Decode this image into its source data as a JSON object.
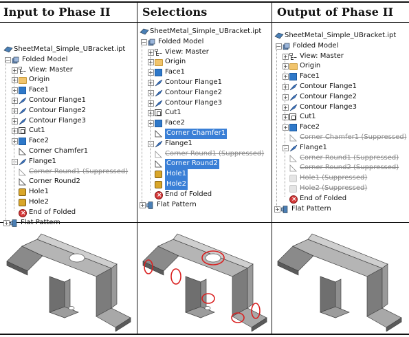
{
  "headers": {
    "col1": "Input to Phase II",
    "col2": "Selections",
    "col3": "Output of Phase II"
  },
  "panel1": {
    "items": [
      {
        "label": "SheetMetal_Simple_UBracket.ipt",
        "icon": "part-icon",
        "level": 0,
        "state": "normal"
      },
      {
        "label": "Folded Model",
        "icon": "folded-model-icon",
        "level": 1,
        "state": "normal"
      },
      {
        "label": "View: Master",
        "icon": "view-icon",
        "level": 2,
        "state": "normal"
      },
      {
        "label": "Origin",
        "icon": "folder-icon",
        "level": 2,
        "state": "normal"
      },
      {
        "label": "Face1",
        "icon": "face-icon",
        "level": 2,
        "state": "normal"
      },
      {
        "label": "Contour Flange1",
        "icon": "flange-icon",
        "level": 2,
        "state": "normal"
      },
      {
        "label": "Contour Flange2",
        "icon": "flange-icon",
        "level": 2,
        "state": "normal"
      },
      {
        "label": "Contour Flange3",
        "icon": "flange-icon",
        "level": 2,
        "state": "normal"
      },
      {
        "label": "Cut1",
        "icon": "cut-icon",
        "level": 2,
        "state": "normal"
      },
      {
        "label": "Face2",
        "icon": "face-icon",
        "level": 2,
        "state": "normal"
      },
      {
        "label": "Corner Chamfer1",
        "icon": "corner-icon",
        "level": 2,
        "state": "normal"
      },
      {
        "label": "Flange1",
        "icon": "flange-icon",
        "level": 2,
        "state": "normal"
      },
      {
        "label": "Corner Round1 (Suppressed)",
        "icon": "corner-icon",
        "level": 2,
        "state": "suppressed"
      },
      {
        "label": "Corner Round2",
        "icon": "corner-icon",
        "level": 2,
        "state": "normal"
      },
      {
        "label": "Hole1",
        "icon": "hole-icon",
        "level": 2,
        "state": "normal"
      },
      {
        "label": "Hole2",
        "icon": "hole-icon",
        "level": 2,
        "state": "normal"
      },
      {
        "label": "End of Folded",
        "icon": "end-icon",
        "level": 2,
        "state": "normal"
      },
      {
        "label": "Flat Pattern",
        "icon": "flat-pattern-icon",
        "level": 0,
        "state": "normal"
      }
    ]
  },
  "panel2": {
    "items": [
      {
        "label": "SheetMetal_Simple_UBracket.ipt",
        "icon": "part-icon",
        "level": 0,
        "state": "normal"
      },
      {
        "label": "Folded Model",
        "icon": "folded-model-icon",
        "level": 1,
        "state": "normal"
      },
      {
        "label": "View: Master",
        "icon": "view-icon",
        "level": 2,
        "state": "normal"
      },
      {
        "label": "Origin",
        "icon": "folder-icon",
        "level": 2,
        "state": "normal"
      },
      {
        "label": "Face1",
        "icon": "face-icon",
        "level": 2,
        "state": "normal"
      },
      {
        "label": "Contour Flange1",
        "icon": "flange-icon",
        "level": 2,
        "state": "normal"
      },
      {
        "label": "Contour Flange2",
        "icon": "flange-icon",
        "level": 2,
        "state": "normal"
      },
      {
        "label": "Contour Flange3",
        "icon": "flange-icon",
        "level": 2,
        "state": "normal"
      },
      {
        "label": "Cut1",
        "icon": "cut-icon",
        "level": 2,
        "state": "normal"
      },
      {
        "label": "Face2",
        "icon": "face-icon",
        "level": 2,
        "state": "normal"
      },
      {
        "label": "Corner Chamfer1",
        "icon": "corner-icon",
        "level": 2,
        "state": "selected"
      },
      {
        "label": "Flange1",
        "icon": "flange-icon",
        "level": 2,
        "state": "normal"
      },
      {
        "label": "Corner Round1 (Suppressed)",
        "icon": "corner-icon",
        "level": 2,
        "state": "suppressed"
      },
      {
        "label": "Corner Round2",
        "icon": "corner-icon",
        "level": 2,
        "state": "selected"
      },
      {
        "label": "Hole1",
        "icon": "hole-icon",
        "level": 2,
        "state": "selected"
      },
      {
        "label": "Hole2",
        "icon": "hole-icon",
        "level": 2,
        "state": "selected"
      },
      {
        "label": "End of Folded",
        "icon": "end-icon",
        "level": 2,
        "state": "normal"
      },
      {
        "label": "Flat Pattern",
        "icon": "flat-pattern-icon",
        "level": 0,
        "state": "normal"
      }
    ]
  },
  "panel3": {
    "items": [
      {
        "label": "SheetMetal_Simple_UBracket.ipt",
        "icon": "part-icon",
        "level": 0,
        "state": "normal"
      },
      {
        "label": "Folded Model",
        "icon": "folded-model-icon",
        "level": 1,
        "state": "normal"
      },
      {
        "label": "View: Master",
        "icon": "view-icon",
        "level": 2,
        "state": "normal"
      },
      {
        "label": "Origin",
        "icon": "folder-icon",
        "level": 2,
        "state": "normal"
      },
      {
        "label": "Face1",
        "icon": "face-icon",
        "level": 2,
        "state": "normal"
      },
      {
        "label": "Contour Flange1",
        "icon": "flange-icon",
        "level": 2,
        "state": "normal"
      },
      {
        "label": "Contour Flange2",
        "icon": "flange-icon",
        "level": 2,
        "state": "normal"
      },
      {
        "label": "Contour Flange3",
        "icon": "flange-icon",
        "level": 2,
        "state": "normal"
      },
      {
        "label": "Cut1",
        "icon": "cut-icon",
        "level": 2,
        "state": "normal"
      },
      {
        "label": "Face2",
        "icon": "face-icon",
        "level": 2,
        "state": "normal"
      },
      {
        "label": "Corner Chamfer1 (Suppressed)",
        "icon": "corner-icon",
        "level": 2,
        "state": "suppressed"
      },
      {
        "label": "Flange1",
        "icon": "flange-icon",
        "level": 2,
        "state": "normal"
      },
      {
        "label": "Corner Round1 (Suppressed)",
        "icon": "corner-icon",
        "level": 2,
        "state": "suppressed"
      },
      {
        "label": "Corner Round2 (Suppressed)",
        "icon": "corner-icon",
        "level": 2,
        "state": "suppressed"
      },
      {
        "label": "Hole1 (Suppressed)",
        "icon": "hole-icon",
        "level": 2,
        "state": "suppressed"
      },
      {
        "label": "Hole2 (Suppressed)",
        "icon": "hole-icon",
        "level": 2,
        "state": "suppressed"
      },
      {
        "label": "End of Folded",
        "icon": "end-icon",
        "level": 2,
        "state": "normal"
      },
      {
        "label": "Flat Pattern",
        "icon": "flat-pattern-icon",
        "level": 0,
        "state": "normal"
      }
    ]
  },
  "colors": {
    "selection": "#3a7fd6",
    "highlight_ring": "#d92020",
    "metal": "#8c8c8c"
  }
}
